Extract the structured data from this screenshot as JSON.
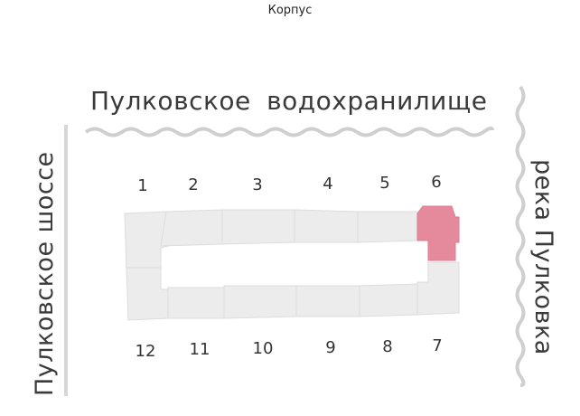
{
  "header": {
    "title": "Корпус"
  },
  "roads": {
    "top": "Пулковское водохранилище",
    "left": "Пулковское шоссе",
    "right": "река Пулковка"
  },
  "sections": {
    "top_row": [
      "1",
      "2",
      "3",
      "4",
      "5",
      "6"
    ],
    "bottom_row": [
      "12",
      "11",
      "10",
      "9",
      "8",
      "7"
    ],
    "selected": "6"
  },
  "colors": {
    "building": "#ececec",
    "building_stroke": "#dcdcdc",
    "selected": "#e58a9c",
    "water_line": "#cfcfcf",
    "road_line": "#d6d6d6"
  }
}
